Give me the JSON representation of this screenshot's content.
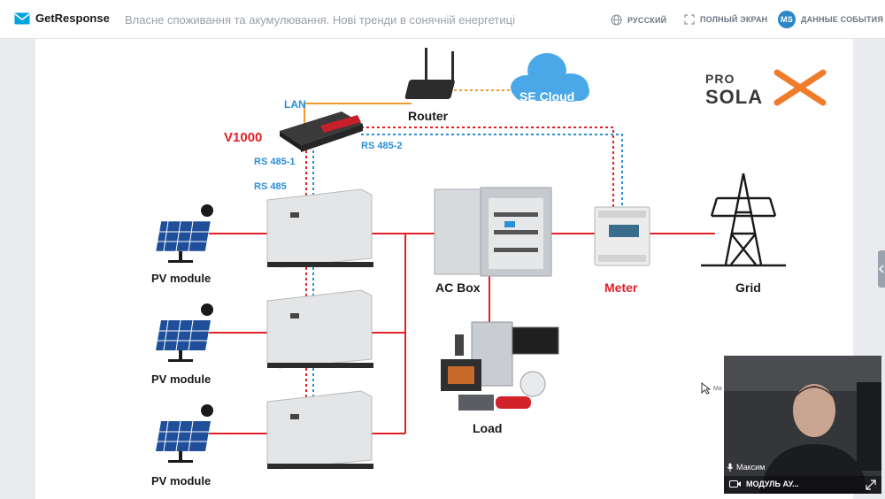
{
  "app": {
    "brand": "GetResponse",
    "title": "Власне споживання та акумулювання. Нові тренди в сонячній енергетиці"
  },
  "toolbar": {
    "language": "РУССКИЙ",
    "fullscreen": "ПОЛНЫЙ ЭКРАН",
    "avatar_initials": "MS",
    "event_data": "ДАННЫЕ СОБЫТИЯ"
  },
  "slide": {
    "logo_pro": "PRO",
    "logo_sola": "SOLA",
    "labels": {
      "lan": "LAN",
      "router": "Router",
      "se_cloud": "SE Cloud",
      "v1000": "V1000",
      "rs485_1": "RS 485-1",
      "rs485_2": "RS 485-2",
      "rs485": "RS 485",
      "pv1": "PV module",
      "pv2": "PV module",
      "pv3": "PV module",
      "ac_box": "AC Box",
      "meter": "Meter",
      "grid": "Grid",
      "load": "Load"
    }
  },
  "cursor_label": "Ma",
  "video": {
    "participant_name": "Максим",
    "module_label": "МОДУЛЬ АУ..."
  },
  "colors": {
    "accent": "#2b87c8",
    "red_line": "#e32027",
    "blue_line": "#2a8fd6",
    "orange_line": "#f39a2e",
    "cloud": "#4aa8e8"
  }
}
